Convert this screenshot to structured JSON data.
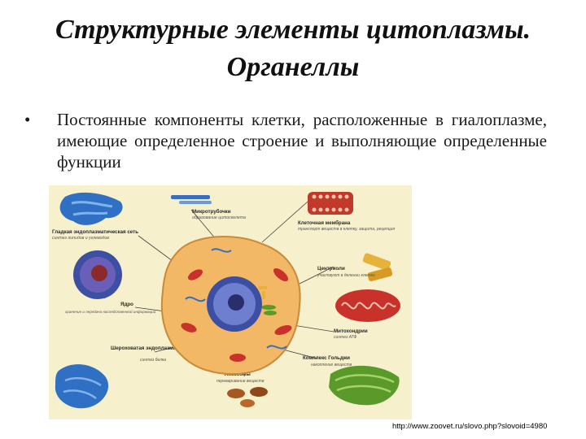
{
  "slide": {
    "title_line1": "Структурные элементы цитоплазмы.",
    "title_line2": "Органеллы",
    "bullet_symbol": "•",
    "bullet_text": "Постоянные компоненты клетки, расположенные в гиалоплазме, имеющие определенное строение и выполняющие определенные функции"
  },
  "figure": {
    "labels": {
      "smooth_er": "Гладкая эндоплазматическая сеть",
      "smooth_er_sub": "синтез липидов и углеводов",
      "microtubules": "Микротрубочки",
      "microtubules_sub": "образование цитоскелета",
      "cell_membrane": "Клеточная мембрана",
      "cell_membrane_sub": "транспорт веществ в клетку, защита, рецепция",
      "nucleus": "Ядро",
      "nucleus_sub": "хранение и передача наследственной информации",
      "centrioles": "Центриоли",
      "centrioles_sub": "участвуют в делении клетки",
      "mitochondria": "Митохондрии",
      "mitochondria_sub": "синтез АТФ",
      "rough_er": "Шероховатая эндоплазматическая сеть",
      "rough_er_sub": "синтез белка",
      "golgi": "Комплекс Гольджи",
      "golgi_sub": "накопление веществ",
      "lysosomes": "Лизосомы",
      "lysosomes_sub": "переваривание веществ"
    }
  },
  "source": {
    "url": "http://www.zoovet.ru/slovo.php?slovoid=4980"
  },
  "colors": {
    "background": "#ffffff",
    "figure_bg": "#f6f0cc",
    "cytoplasm": "#f2b866",
    "nucleus": "#3d4fa3",
    "mitochondria": "#c8322b",
    "golgi": "#5a9a2a",
    "er_blue": "#2f6fc4"
  }
}
